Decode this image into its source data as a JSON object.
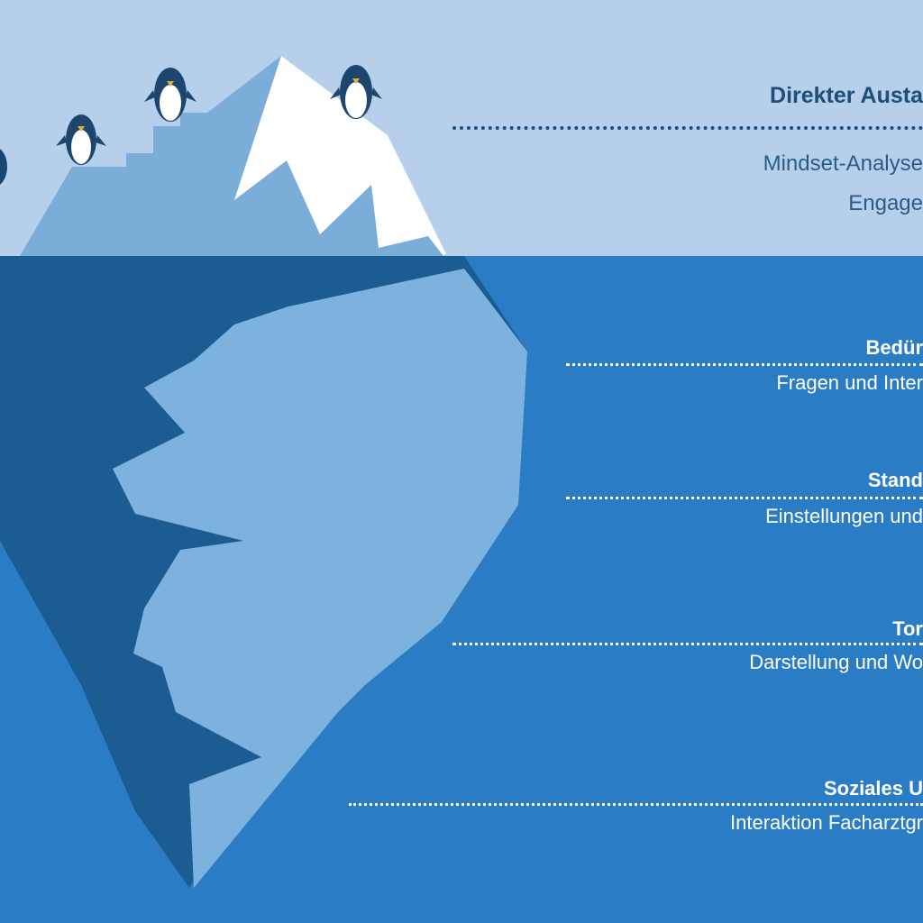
{
  "colors": {
    "sky": "#b6cfea",
    "water": "#2a7dc4",
    "ice_top": "#7aaed9",
    "ice_dark": "#1b5d93",
    "ice_light": "#7db2de",
    "snow": "#ffffff",
    "penguin": "#1c466e"
  },
  "above": {
    "heading": "Direkter Austa",
    "line1": "Mindset-Analyse",
    "line2": "Engage"
  },
  "layers": [
    {
      "heading": "Bedür",
      "sub": "Fragen und Inter"
    },
    {
      "heading": "Stand",
      "sub": "Einstellungen und"
    },
    {
      "heading": "Tor",
      "sub": "Darstellung und Wo"
    },
    {
      "heading": "Soziales U",
      "sub": "Interaktion Facharztgr"
    }
  ]
}
